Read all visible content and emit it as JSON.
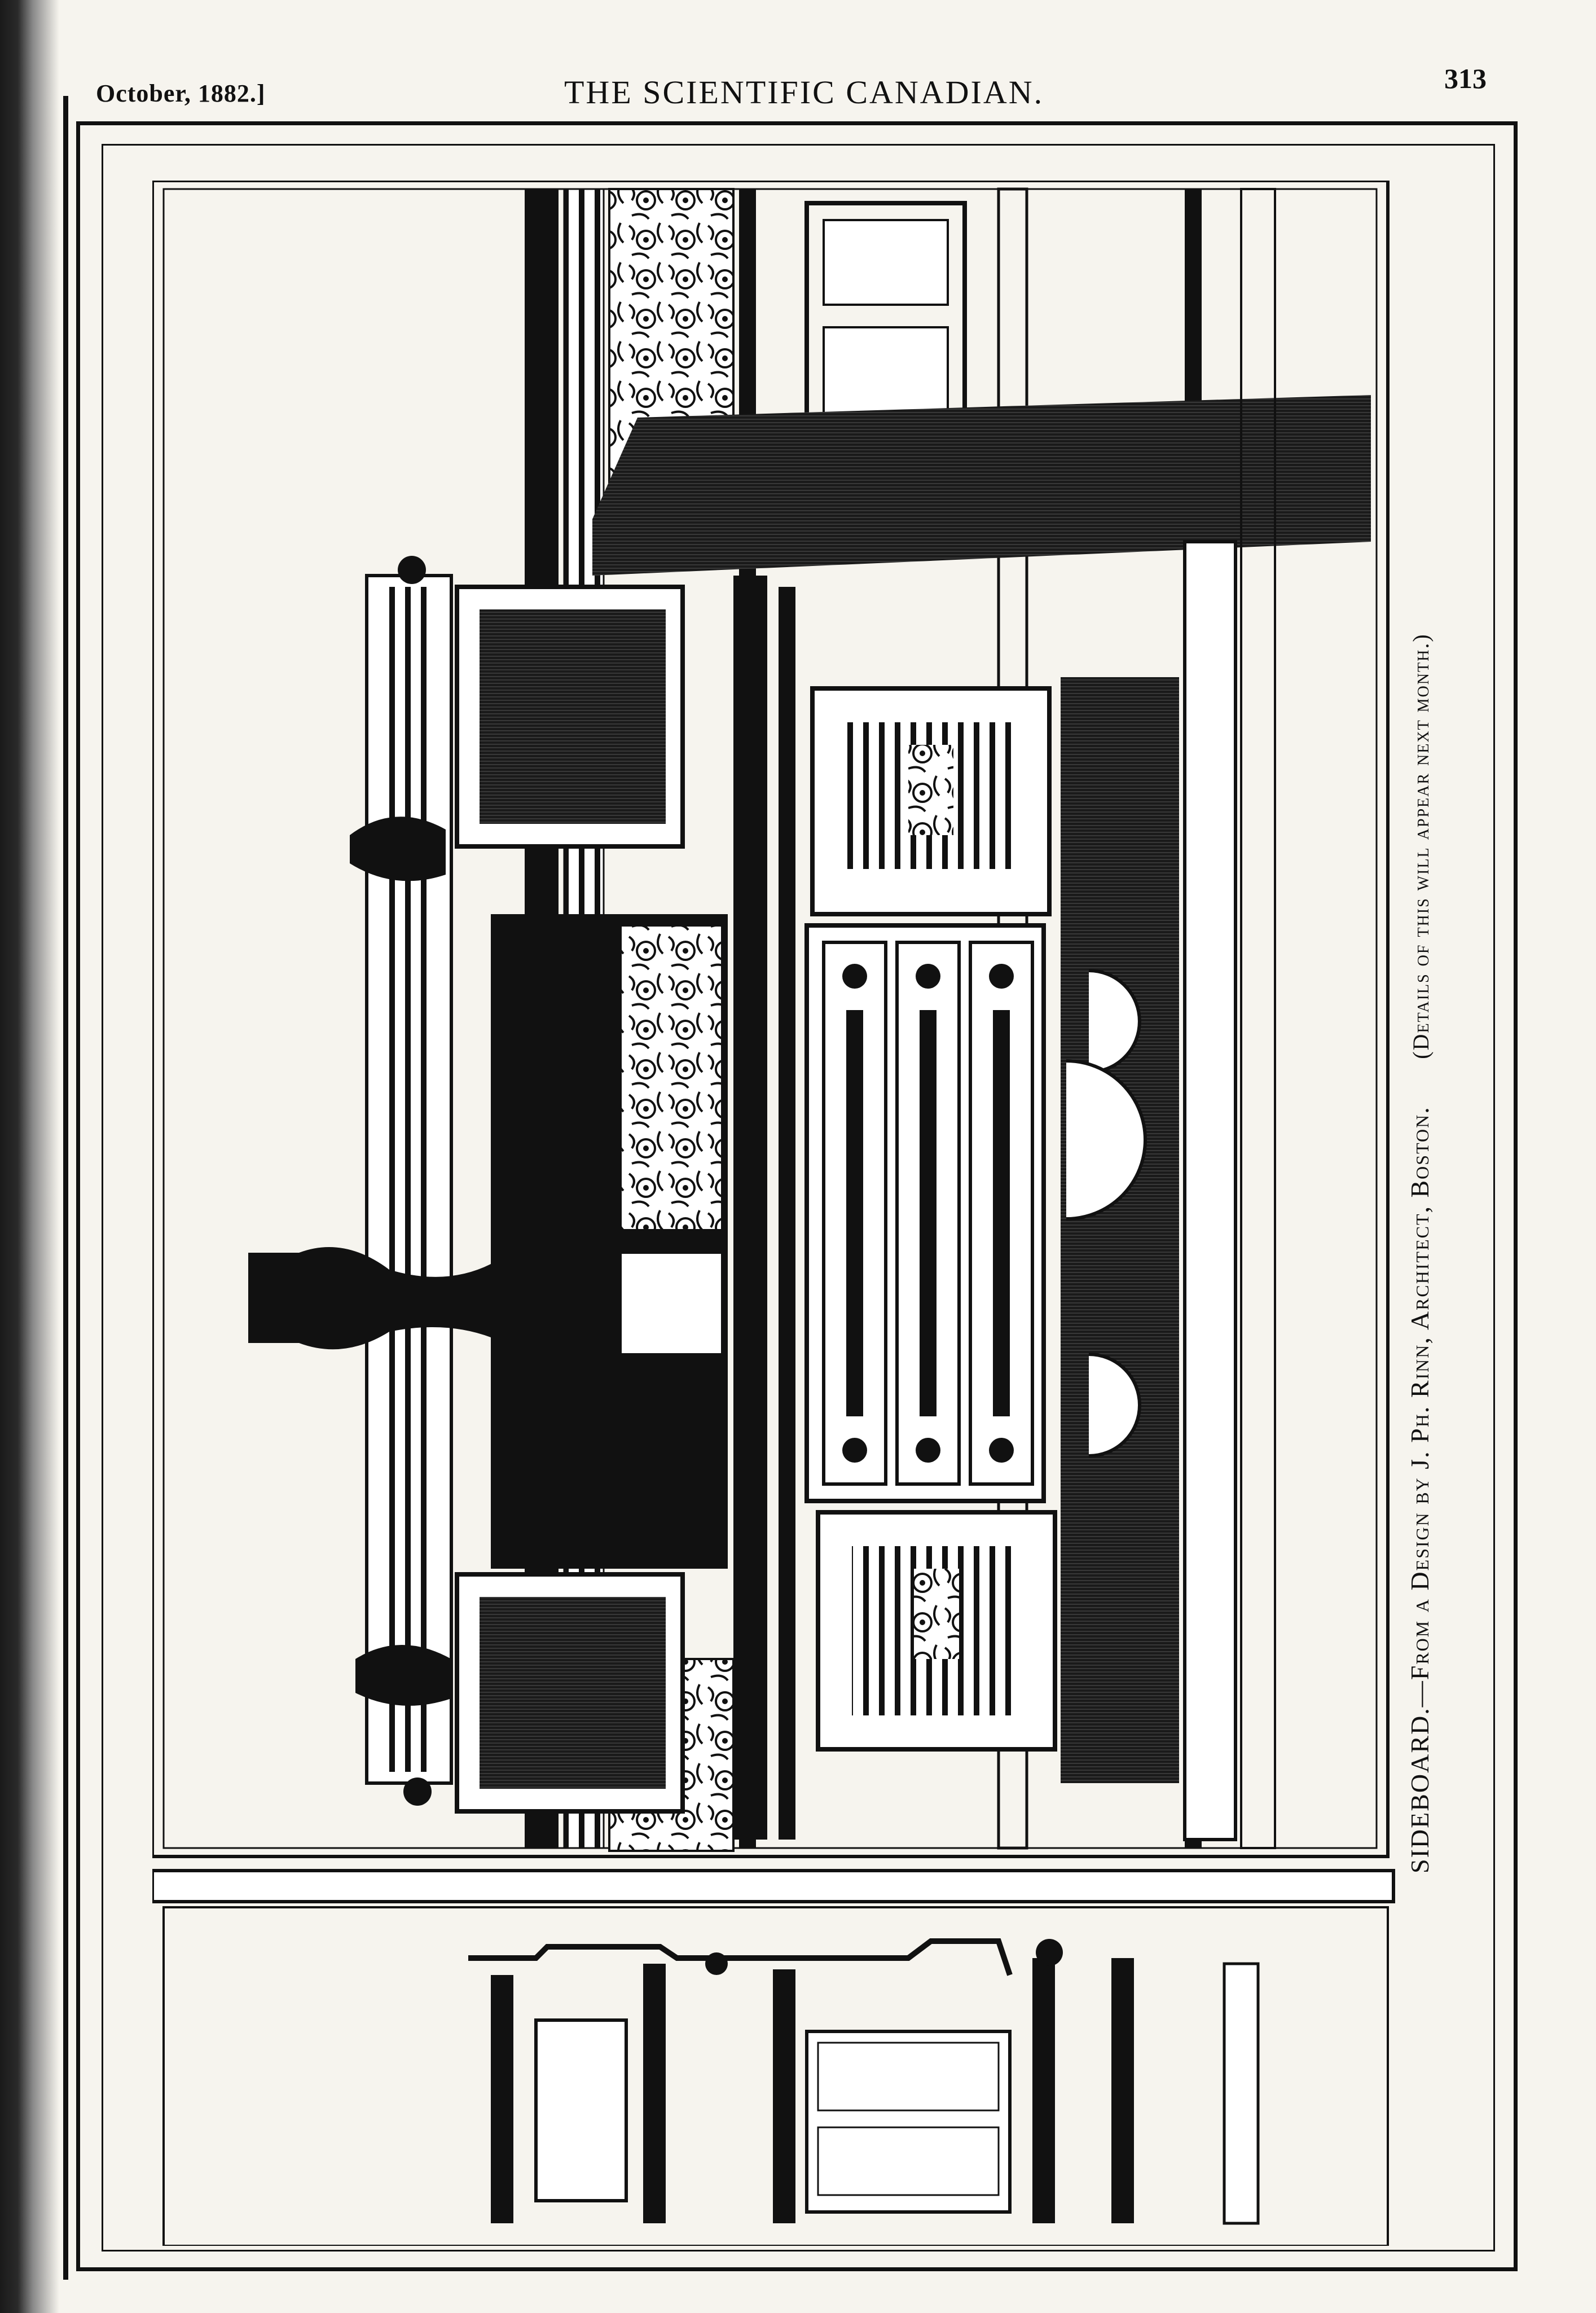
{
  "header": {
    "date": "October, 1882.]",
    "title": "THE SCIENTIFIC CANADIAN.",
    "page_number": "313"
  },
  "figure": {
    "caption": "SIDEBOARD.—From a Design by J. Ph. Rinn, Architect, Boston.",
    "note": "(Details of this will appear next month.)"
  },
  "colors": {
    "ink": "#111111",
    "paper": "#f6f4ee"
  }
}
